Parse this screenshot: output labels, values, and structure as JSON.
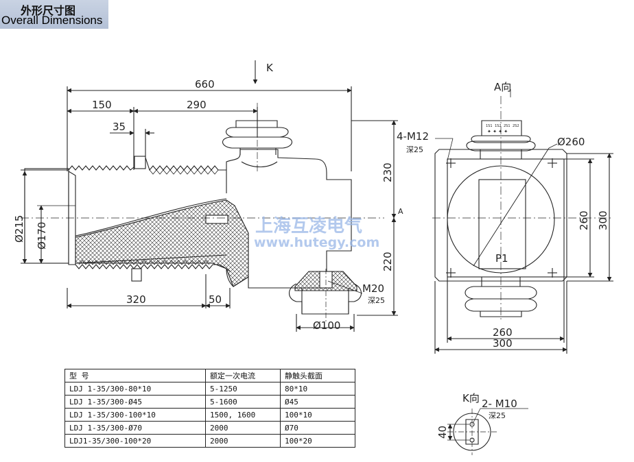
{
  "header": {
    "title_cn": "外形尺寸图",
    "title_en": "Overall Dimensions"
  },
  "side_view": {
    "k_label": "K",
    "dim_length": "660",
    "dim_150": "150",
    "dim_290": "290",
    "dim_35": "35",
    "dim_d215": "Ø215",
    "dim_d170": "Ø170",
    "dim_320": "320",
    "dim_50": "50",
    "dim_230": "230",
    "dim_220": "220",
    "a_label": "A",
    "m20_label": "M20",
    "m20_depth": "深25",
    "dim_d100": "Ø100"
  },
  "a_view": {
    "title": "A向",
    "bolts": "4-M12",
    "bolt_depth": "深25",
    "diameter": "Ø260",
    "terminals": [
      "1S1",
      "1S2",
      "2S1",
      "2S2"
    ],
    "dim_260_v": "260",
    "dim_300_v": "300",
    "p1": "P1",
    "dim_260_h": "260",
    "dim_300_h": "300"
  },
  "k_view": {
    "title": "K向",
    "bolts": "2- M10",
    "bolt_depth": "深25",
    "dim_40": "40"
  },
  "watermark": {
    "cn": "上海互凌电气",
    "url": "www.hutegy.com"
  },
  "table": {
    "headers": [
      "型   号",
      "额定一次电流",
      "静触头截面"
    ],
    "rows": [
      [
        "LDJ 1-35/300-80*10",
        "5-1250",
        "80*10"
      ],
      [
        "LDJ 1-35/300-Ø45",
        "5-1600",
        "Ø45"
      ],
      [
        "LDJ 1-35/300-100*10",
        "1500, 1600",
        "100*10"
      ],
      [
        "LDJ 1-35/300-Ø70",
        "2000",
        "Ø70"
      ],
      [
        "LDJ1-35/300-100*20",
        "2000",
        "100*20"
      ]
    ]
  }
}
